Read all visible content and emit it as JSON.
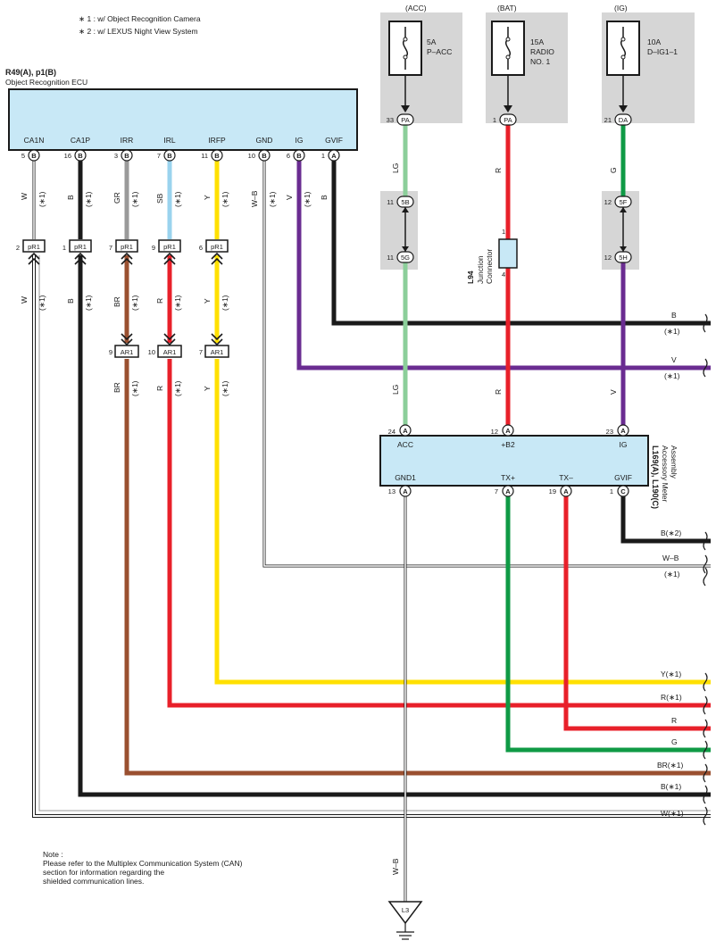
{
  "legend": {
    "note1": "∗ 1 : w/ Object Recognition Camera",
    "note2": "∗ 2 : w/ LEXUS Night View System"
  },
  "ecu": {
    "code": "R49(A), p1(B)",
    "name": "Object Recognition ECU",
    "pins": [
      {
        "label": "CA1N",
        "num": "5",
        "conn": "B"
      },
      {
        "label": "CA1P",
        "num": "16",
        "conn": "B"
      },
      {
        "label": "IRR",
        "num": "3",
        "conn": "B"
      },
      {
        "label": "IRL",
        "num": "7",
        "conn": "B"
      },
      {
        "label": "IRFP",
        "num": "11",
        "conn": "B"
      },
      {
        "label": "GND",
        "num": "10",
        "conn": "B"
      },
      {
        "label": "IG",
        "num": "6",
        "conn": "B"
      },
      {
        "label": "GVIF",
        "num": "1",
        "conn": "A"
      }
    ]
  },
  "fuses": [
    {
      "source": "(ACC)",
      "rating": "5A",
      "name1": "P–ACC",
      "name2": "",
      "pin": "33",
      "conn": "PA"
    },
    {
      "source": "(BAT)",
      "rating": "15A",
      "name1": "RADIO",
      "name2": "NO. 1",
      "pin": "1",
      "conn": "PA"
    },
    {
      "source": "(IG)",
      "rating": "10A",
      "name1": "D–IG1–1",
      "name2": "",
      "pin": "21",
      "conn": "DA"
    }
  ],
  "inline_conns": {
    "acc_top": {
      "pin": "11",
      "conn": "5B"
    },
    "acc_bot": {
      "pin": "11",
      "conn": "5G"
    },
    "ig_top": {
      "pin": "12",
      "conn": "5F"
    },
    "ig_bot": {
      "pin": "12",
      "conn": "5H"
    }
  },
  "junction": {
    "code": "L94",
    "name1": "Junction",
    "name2": "Connector",
    "pin_top": "1",
    "pin_bot": "4"
  },
  "pr1": [
    {
      "pin": "2",
      "label": "pR1"
    },
    {
      "pin": "1",
      "label": "pR1"
    },
    {
      "pin": "7",
      "label": "pR1"
    },
    {
      "pin": "9",
      "label": "pR1"
    },
    {
      "pin": "6",
      "label": "pR1"
    }
  ],
  "ar1": [
    {
      "pin": "9",
      "label": "AR1"
    },
    {
      "pin": "10",
      "label": "AR1"
    },
    {
      "pin": "7",
      "label": "AR1"
    }
  ],
  "meter": {
    "code": "L169(A), L190(C)",
    "name1": "Accessory Meter",
    "name2": "Assembly",
    "top_pins": [
      {
        "label": "ACC",
        "num": "24",
        "conn": "A"
      },
      {
        "label": "+B2",
        "num": "12",
        "conn": "A"
      },
      {
        "label": "IG",
        "num": "23",
        "conn": "A"
      }
    ],
    "bottom_pins": [
      {
        "label": "GND1",
        "num": "13",
        "conn": "A"
      },
      {
        "label": "TX+",
        "num": "7",
        "conn": "A"
      },
      {
        "label": "TX–",
        "num": "19",
        "conn": "A"
      },
      {
        "label": "GVIF",
        "num": "1",
        "conn": "C"
      }
    ]
  },
  "wire_labels": {
    "ecu_upper": [
      "W",
      "B",
      "GR",
      "SB",
      "Y",
      "W–B",
      "V",
      "B"
    ],
    "ecu_mid": [
      "W",
      "B",
      "BR",
      "R",
      "Y"
    ],
    "ecu_lower": [
      "BR",
      "R",
      "Y"
    ],
    "star1": "(∗1)",
    "lg": "LG",
    "r": "R",
    "g": "G",
    "v": "V",
    "wb_ground": "W–B"
  },
  "right_labels": [
    {
      "text": "B",
      "sub": "(∗1)"
    },
    {
      "text": "V",
      "sub": "(∗1)"
    },
    {
      "text": "B(∗2)",
      "sub": ""
    },
    {
      "text": "W–B",
      "sub": "(∗1)"
    },
    {
      "text": "Y(∗1)",
      "sub": ""
    },
    {
      "text": "R(∗1)",
      "sub": ""
    },
    {
      "text": "R",
      "sub": ""
    },
    {
      "text": "G",
      "sub": ""
    },
    {
      "text": "BR(∗1)",
      "sub": ""
    },
    {
      "text": "B(∗1)",
      "sub": ""
    },
    {
      "text": "W(∗1)",
      "sub": ""
    }
  ],
  "ground": {
    "code": "L3"
  },
  "note": {
    "l1": "Note :",
    "l2": "Please refer to the Multiplex Communication System (CAN)",
    "l3": "section for information regarding the",
    "l4": "shielded communication lines."
  },
  "colors": {
    "ecu_fill": "#c8e8f6",
    "fuse_bg": "#d6d6d6",
    "lg": "#8ccf9a",
    "red": "#e8202a",
    "green": "#0f9a45",
    "purple": "#6a2c91",
    "brown": "#9a5030",
    "yellow": "#ffe000",
    "gray": "#9a9a9a",
    "sky": "#9ad3ee",
    "black": "#1a1a1a"
  }
}
